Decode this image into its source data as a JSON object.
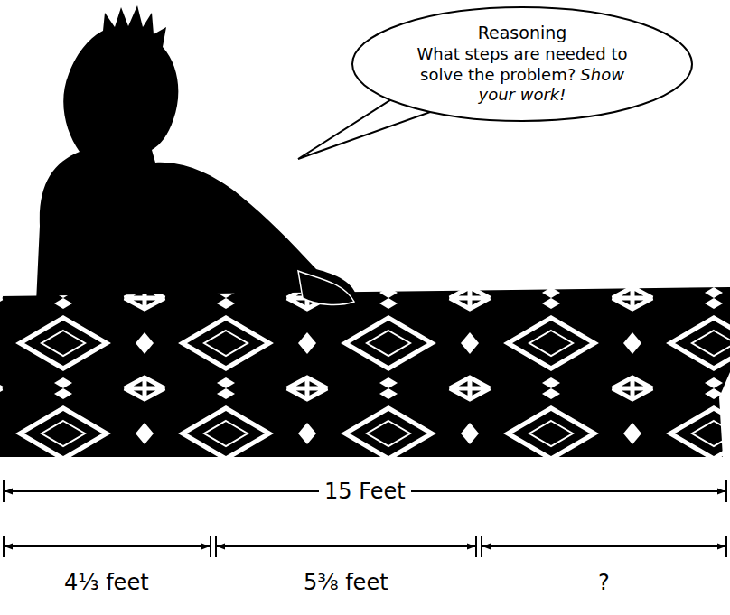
{
  "diagram": {
    "nodes": [
      {
        "text": [
          "Reasoning",
          "What steps are needed to solve the problem?",
          "Show your work!"
        ]
      }
    ],
    "labels": [
      "15 Feet",
      "4⅓ feet",
      "5⅜ feet",
      "?"
    ]
  }
}
